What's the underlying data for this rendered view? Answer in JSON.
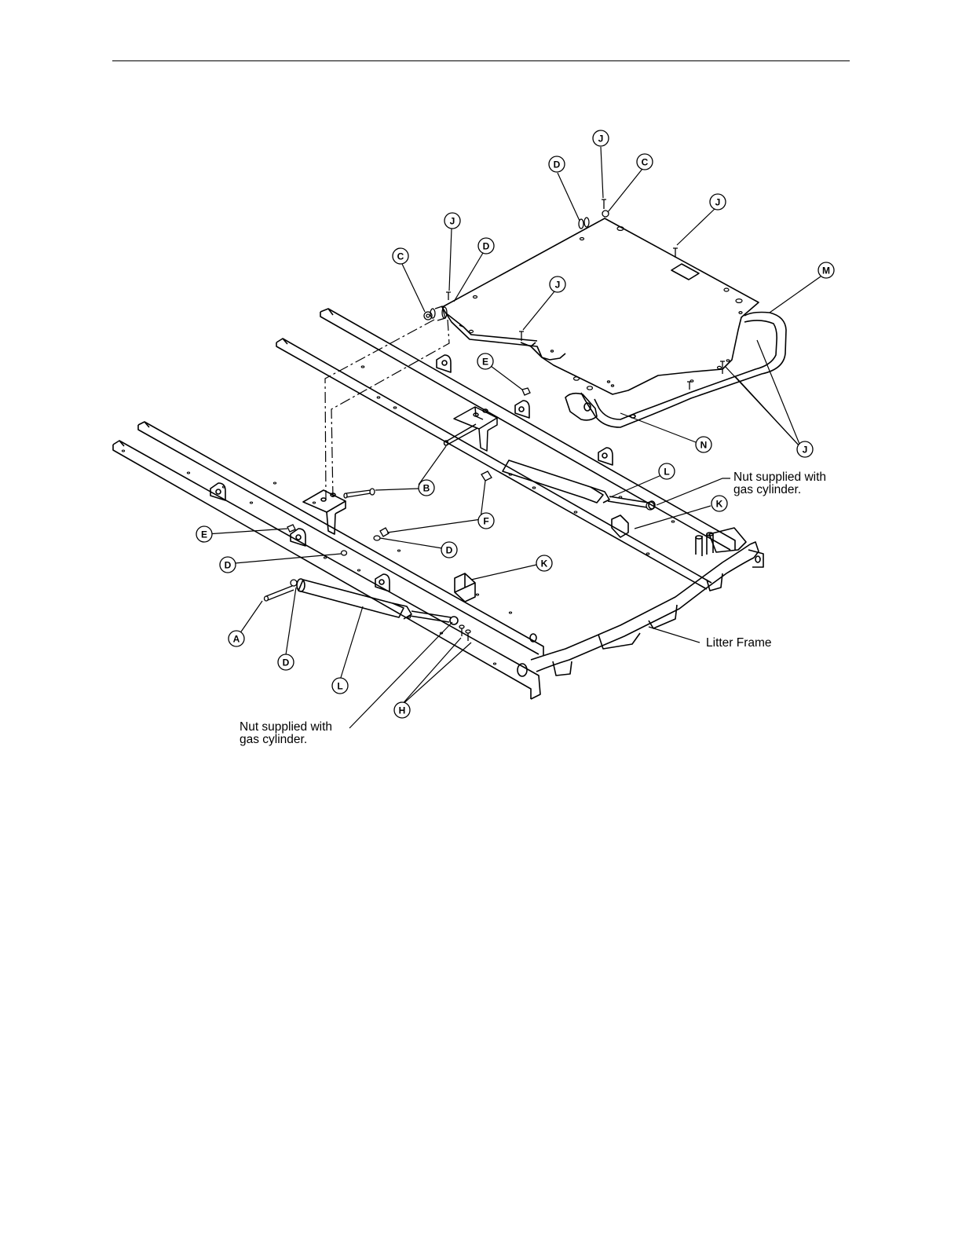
{
  "callouts": {
    "J1": "J",
    "D1": "D",
    "C1": "C",
    "J2": "J",
    "M": "M",
    "J3": "J",
    "C2": "C",
    "D2": "D",
    "J4": "J",
    "E1": "E",
    "N": "N",
    "J5": "J",
    "L1": "L",
    "B": "B",
    "K1": "K",
    "F": "F",
    "E2": "E",
    "D3": "D",
    "D4": "D",
    "K2": "K",
    "A": "A",
    "D5": "D",
    "L2": "L",
    "H": "H"
  },
  "notes": {
    "nut_right_line1": "Nut supplied with",
    "nut_right_line2": "gas cylinder.",
    "nut_left_line1": "Nut supplied with",
    "nut_left_line2": "gas cylinder.",
    "litter_frame": "Litter Frame"
  }
}
